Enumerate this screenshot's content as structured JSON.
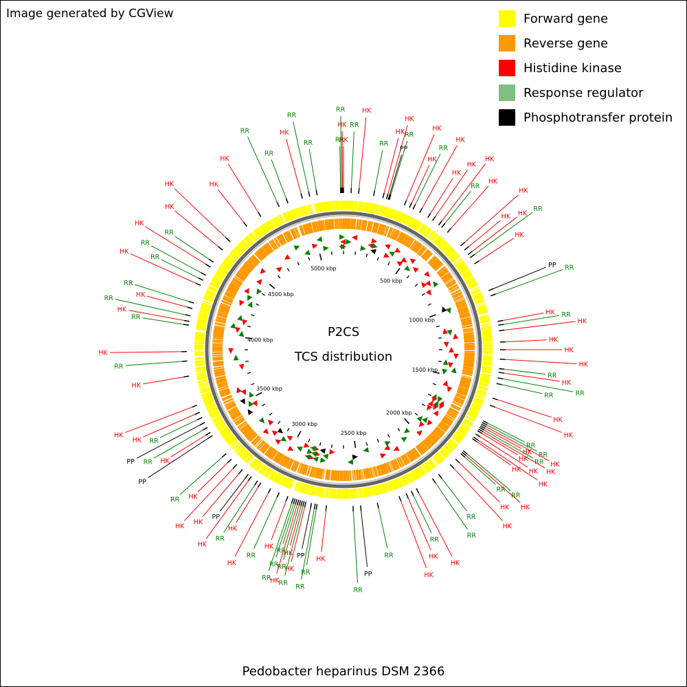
{
  "credit": "Image generated by CGView",
  "footer": "Pedobacter heparinus DSM 2366",
  "legend": [
    {
      "label": "Forward gene",
      "color": "#ffff00"
    },
    {
      "label": "Reverse gene",
      "color": "#ff9900"
    },
    {
      "label": "Histidine kinase",
      "color": "#ff0000"
    },
    {
      "label": "Response regulator",
      "color": "#7fbf7f"
    },
    {
      "label": "Phosphotransfer protein",
      "color": "#000000"
    }
  ],
  "center": {
    "title": "P2CS",
    "subtitle": "TCS distribution"
  },
  "colors": {
    "forward": "#ffff00",
    "reverse": "#ff9900",
    "HK": "#ff0000",
    "RR": "#008000",
    "PP": "#000000",
    "backbone": "#666666"
  },
  "genome_kbp": 5200,
  "ticks": {
    "major_labels": [
      "500 kbp",
      "1000 kbp",
      "1500 kbp",
      "2000 kbp",
      "2500 kbp",
      "3000 kbp",
      "3500 kbp",
      "4000 kbp",
      "4500 kbp",
      "5000 kbp"
    ],
    "major_values": [
      500,
      1000,
      1500,
      2000,
      2500,
      3000,
      3500,
      4000,
      4500,
      5000
    ],
    "minor_step_kbp": 100
  },
  "features": [
    {
      "type": "HK",
      "pos": 5200
    },
    {
      "type": "HK",
      "pos": 5195
    },
    {
      "type": "RR",
      "pos": 5190
    },
    {
      "type": "RR",
      "pos": 5185
    },
    {
      "type": "RR",
      "pos": 40
    },
    {
      "type": "HK",
      "pos": 80
    },
    {
      "type": "RR",
      "pos": 160
    },
    {
      "type": "HK",
      "pos": 210
    },
    {
      "type": "HK",
      "pos": 230
    },
    {
      "type": "PP",
      "pos": 240
    },
    {
      "type": "RR",
      "pos": 245
    },
    {
      "type": "HK",
      "pos": 330
    },
    {
      "type": "HK",
      "pos": 360
    },
    {
      "type": "RR",
      "pos": 380
    },
    {
      "type": "HK",
      "pos": 420
    },
    {
      "type": "HK",
      "pos": 470
    },
    {
      "type": "HK",
      "pos": 500
    },
    {
      "type": "HK",
      "pos": 540
    },
    {
      "type": "RR",
      "pos": 560
    },
    {
      "type": "HK",
      "pos": 600
    },
    {
      "type": "HK",
      "pos": 700
    },
    {
      "type": "HK",
      "pos": 730
    },
    {
      "type": "HK",
      "pos": 760
    },
    {
      "type": "RR",
      "pos": 780
    },
    {
      "type": "HK",
      "pos": 820
    },
    {
      "type": "PP",
      "pos": 980
    },
    {
      "type": "RR",
      "pos": 1010
    },
    {
      "type": "HK",
      "pos": 1150
    },
    {
      "type": "RR",
      "pos": 1170
    },
    {
      "type": "HK",
      "pos": 1200
    },
    {
      "type": "HK",
      "pos": 1260
    },
    {
      "type": "HK",
      "pos": 1300
    },
    {
      "type": "HK",
      "pos": 1350
    },
    {
      "type": "RR",
      "pos": 1400
    },
    {
      "type": "HK",
      "pos": 1420
    },
    {
      "type": "RR",
      "pos": 1450
    },
    {
      "type": "RR",
      "pos": 1480
    },
    {
      "type": "HK",
      "pos": 1560
    },
    {
      "type": "HK",
      "pos": 1600
    },
    {
      "type": "RR",
      "pos": 1690
    },
    {
      "type": "RR",
      "pos": 1700
    },
    {
      "type": "HK",
      "pos": 1710
    },
    {
      "type": "HK",
      "pos": 1720
    },
    {
      "type": "RR",
      "pos": 1730
    },
    {
      "type": "HK",
      "pos": 1740
    },
    {
      "type": "HK",
      "pos": 1750
    },
    {
      "type": "HK",
      "pos": 1770
    },
    {
      "type": "HK",
      "pos": 1790
    },
    {
      "type": "HK",
      "pos": 1800
    },
    {
      "type": "RR",
      "pos": 1880
    },
    {
      "type": "HK",
      "pos": 1890
    },
    {
      "type": "RR",
      "pos": 1900
    },
    {
      "type": "HK",
      "pos": 1940
    },
    {
      "type": "HK",
      "pos": 1980
    },
    {
      "type": "RR",
      "pos": 2060
    },
    {
      "type": "RR",
      "pos": 2100
    },
    {
      "type": "HK",
      "pos": 2200
    },
    {
      "type": "RR",
      "pos": 2230
    },
    {
      "type": "HK",
      "pos": 2260
    },
    {
      "type": "HK",
      "pos": 2300
    },
    {
      "type": "RR",
      "pos": 2420
    },
    {
      "type": "PP",
      "pos": 2510
    },
    {
      "type": "RR",
      "pos": 2550
    },
    {
      "type": "HK",
      "pos": 2690
    },
    {
      "type": "RR",
      "pos": 2740
    },
    {
      "type": "RR",
      "pos": 2750
    },
    {
      "type": "PP",
      "pos": 2770
    },
    {
      "type": "HK",
      "pos": 2800
    },
    {
      "type": "RR",
      "pos": 2810
    },
    {
      "type": "HK",
      "pos": 2820
    },
    {
      "type": "RR",
      "pos": 2830
    },
    {
      "type": "HK",
      "pos": 2840
    },
    {
      "type": "RR",
      "pos": 2850
    },
    {
      "type": "RR",
      "pos": 2860
    },
    {
      "type": "RR",
      "pos": 2870
    },
    {
      "type": "HK",
      "pos": 2900
    },
    {
      "type": "RR",
      "pos": 2950
    },
    {
      "type": "HK",
      "pos": 3000
    },
    {
      "type": "HK",
      "pos": 3060
    },
    {
      "type": "RR",
      "pos": 3080
    },
    {
      "type": "HK",
      "pos": 3120
    },
    {
      "type": "PP",
      "pos": 3140
    },
    {
      "type": "HK",
      "pos": 3180
    },
    {
      "type": "HK",
      "pos": 3220
    },
    {
      "type": "HK",
      "pos": 3260
    },
    {
      "type": "RR",
      "pos": 3300
    },
    {
      "type": "PP",
      "pos": 3420
    },
    {
      "type": "HK",
      "pos": 3440
    },
    {
      "type": "RR",
      "pos": 3470
    },
    {
      "type": "PP",
      "pos": 3500
    },
    {
      "type": "RR",
      "pos": 3530
    },
    {
      "type": "HK",
      "pos": 3560
    },
    {
      "type": "HK",
      "pos": 3600
    },
    {
      "type": "HK",
      "pos": 3760
    },
    {
      "type": "RR",
      "pos": 3840
    },
    {
      "type": "HK",
      "pos": 3890
    },
    {
      "type": "RR",
      "pos": 4030
    },
    {
      "type": "HK",
      "pos": 4050
    },
    {
      "type": "RR",
      "pos": 4080
    },
    {
      "type": "HK",
      "pos": 4120
    },
    {
      "type": "RR",
      "pos": 4150
    },
    {
      "type": "HK",
      "pos": 4250
    },
    {
      "type": "RR",
      "pos": 4280
    },
    {
      "type": "RR",
      "pos": 4310
    },
    {
      "type": "HK",
      "pos": 4360
    },
    {
      "type": "RR",
      "pos": 4390
    },
    {
      "type": "HK",
      "pos": 4470
    },
    {
      "type": "HK",
      "pos": 4530
    },
    {
      "type": "HK",
      "pos": 4650
    },
    {
      "type": "HK",
      "pos": 4740
    },
    {
      "type": "RR",
      "pos": 4850
    },
    {
      "type": "RR",
      "pos": 4900
    },
    {
      "type": "HK",
      "pos": 4980
    },
    {
      "type": "RR",
      "pos": 5020
    },
    {
      "type": "RR",
      "pos": 5060
    }
  ]
}
